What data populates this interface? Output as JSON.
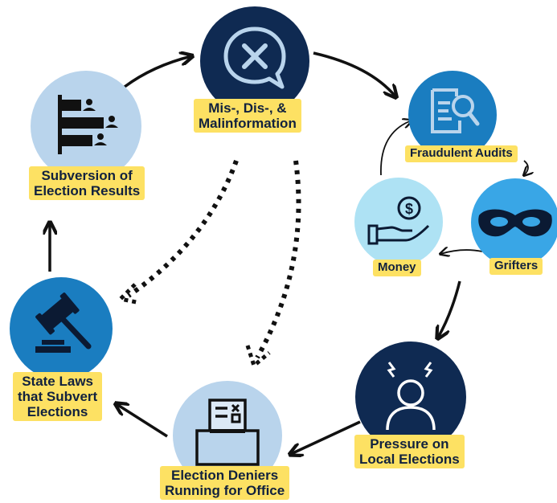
{
  "colors": {
    "navy": "#0f2a52",
    "blue": "#1a7dc0",
    "sky": "#39a6e6",
    "pale_blue": "#b9d4ec",
    "pale_cyan": "#aee2f4",
    "label_yellow": "#fde163",
    "text": "#11213e"
  },
  "nodes": {
    "misinfo": {
      "line1": "Mis-, Dis-, &",
      "line2": "Malinformation",
      "icon": "speech-bubble-x-icon"
    },
    "subversion": {
      "line1": "Subversion of",
      "line2": "Election Results",
      "icon": "ranked-bar-people-icon"
    },
    "state_laws": {
      "line1": "State Laws",
      "line2": "that Subvert",
      "line3": "Elections",
      "icon": "gavel-icon"
    },
    "deniers": {
      "line1": "Election Deniers",
      "line2": "Running for Office",
      "icon": "ballot-box-icon"
    },
    "pressure": {
      "line1": "Pressure on",
      "line2": "Local Elections",
      "icon": "stressed-person-icon"
    },
    "audits": {
      "line1": "Fraudulent Audits",
      "icon": "document-magnifier-icon"
    },
    "grifters": {
      "line1": "Grifters",
      "icon": "eye-mask-icon"
    },
    "money": {
      "line1": "Money",
      "icon": "hand-coin-icon"
    }
  }
}
